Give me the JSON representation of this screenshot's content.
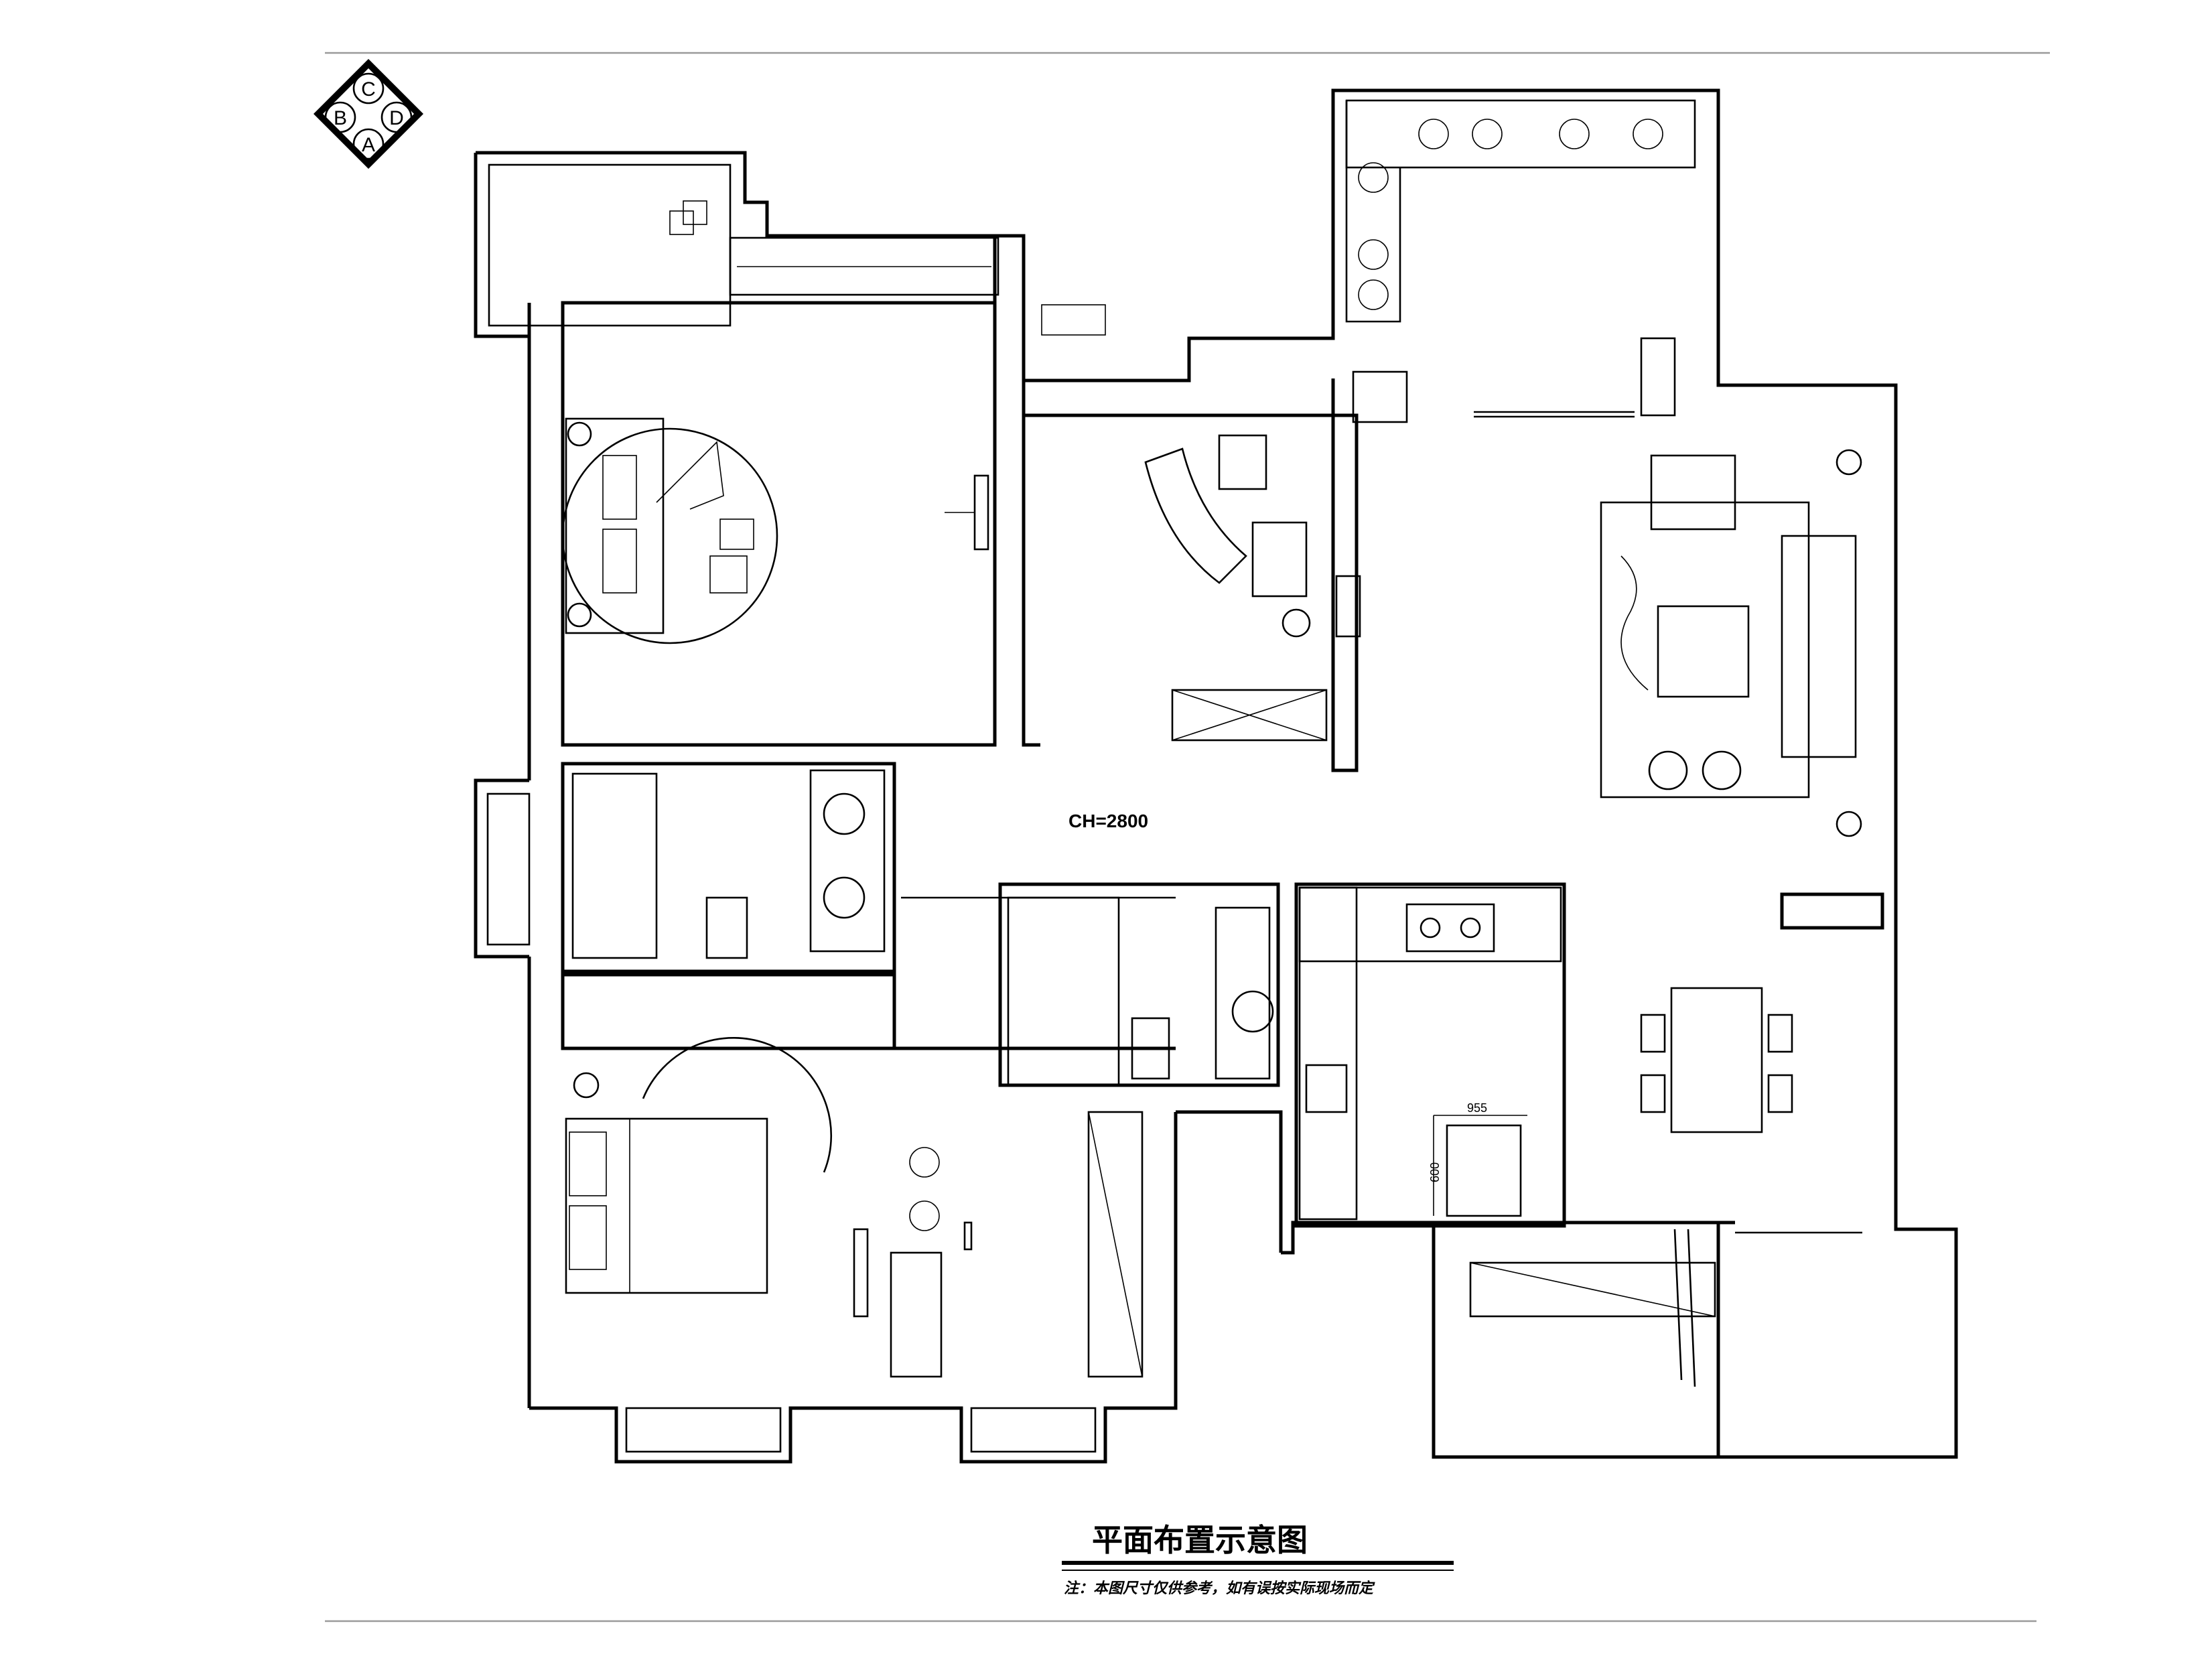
{
  "compass": {
    "top": "C",
    "left": "B",
    "right": "D",
    "bottom": "A"
  },
  "ceiling_height_label": "CH=2800",
  "dimensions": {
    "counter_width": "955",
    "counter_depth": "600"
  },
  "title": "平面布置示意图",
  "note": "注：本图尺寸仅供参考，如有误按实际现场而定",
  "colors": {
    "line": "#000000",
    "frame": "#9a9a9a",
    "background": "#ffffff"
  }
}
